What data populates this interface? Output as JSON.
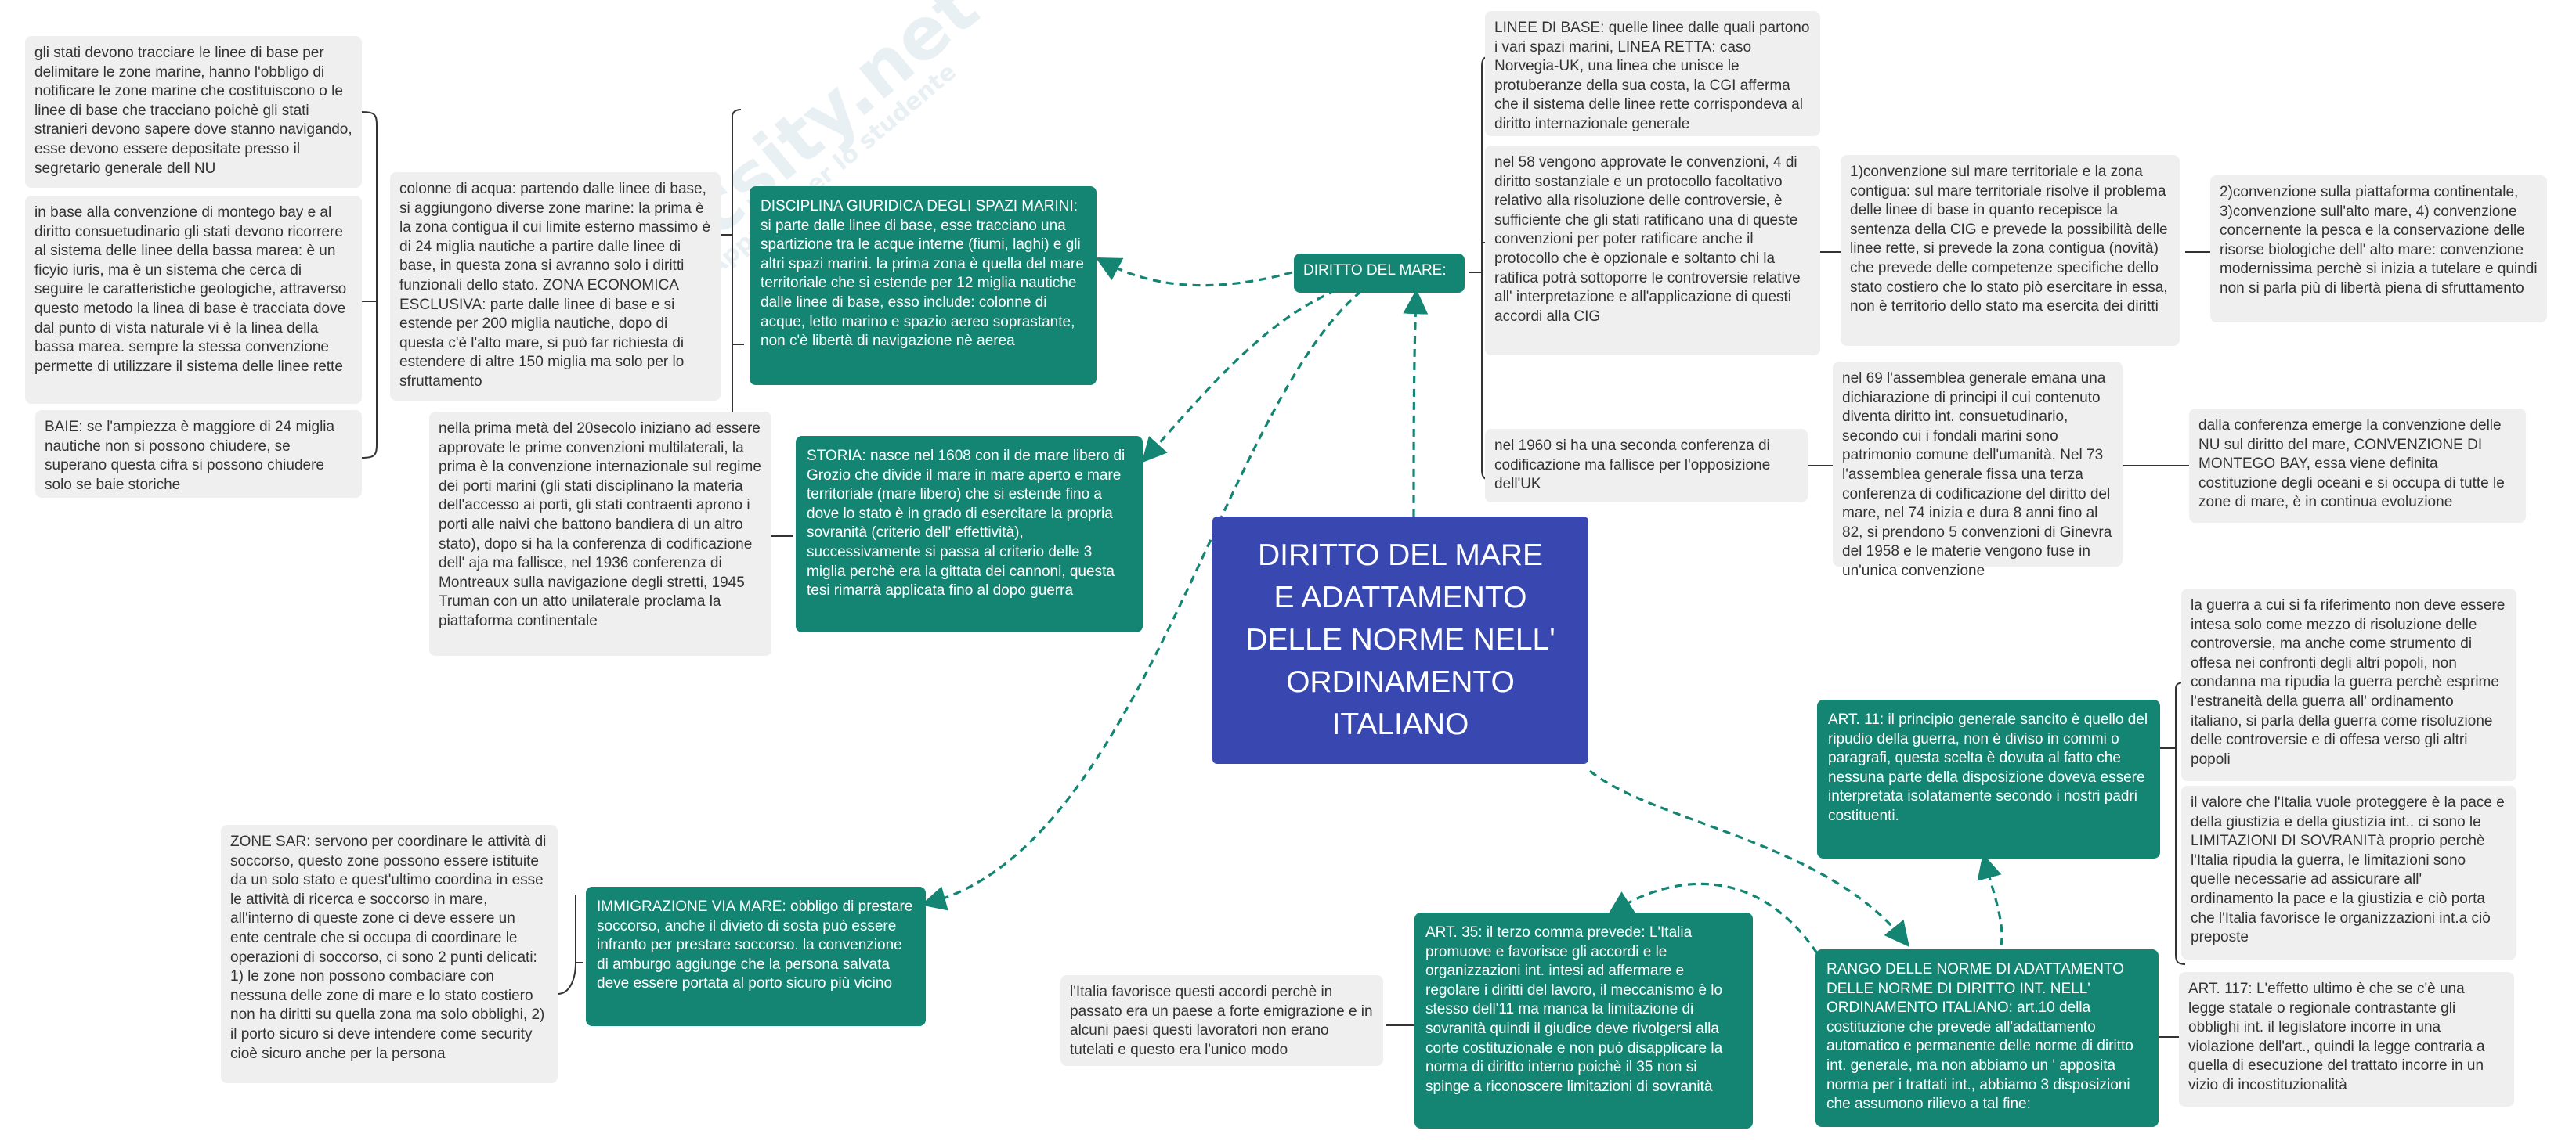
{
  "central_title": "DIRITTO DEL MARE\nE ADATTAMENTO\nDELLE NORME NELL'\nORDINAMENTO\nITALIANO",
  "watermark": [
    "Docsity.net",
    "Appunti per lo studente"
  ],
  "colors": {
    "central": "#3848b0",
    "branch": "#138572",
    "note": "#efefef",
    "link": "#138572",
    "note_text": "#333333"
  },
  "nodes": {
    "diritto_mare": "DIRITTO DEL MARE:",
    "disciplina": "DISCIPLINA GIURIDICA DEGLI SPAZI MARINI: si parte dalle linee di base, esse tracciano una spartizione tra le acque interne (fiumi, laghi) e gli altri spazi marini. la prima zona è quella del mare territoriale che si estende per 12 miglia nautiche dalle linee di base, esso include: colonne di acque, letto marino e spazio aereo soprastante, non c'è libertà di navigazione nè aerea",
    "storia": "STORIA: nasce nel 1608 con il de mare libero di Grozio che divide il mare in mare aperto e mare territoriale (mare libero) che si estende fino a dove lo stato è in grado di esercitare la propria sovranità (criterio  dell' effettività), successivamente si passa al criterio delle 3 miglia perchè era la gittata dei cannoni, questa tesi rimarrà applicata fino al dopo guerra",
    "immigrazione": "IMMIGRAZIONE VIA MARE: obbligo di prestare soccorso, anche il divieto di sosta può essere infranto per prestare soccorso. la convenzione di amburgo aggiunge che la persona salvata deve essere portata al porto sicuro più vicino",
    "art35": "ART. 35: il terzo comma prevede: L'Italia promuove e favorisce gli accordi e le organizzazioni int. intesi ad affermare e regolare i diritti del lavoro, il meccanismo è lo stesso dell'11 ma manca la limitazione di sovranità quindi il giudice deve rivolgersi alla corte costituzionale e non può disapplicare la norma di diritto interno poichè il 35 non si spinge a riconoscere limitazioni di sovranità",
    "rango": "RANGO DELLE NORME DI ADATTAMENTO DELLE NORME DI DIRITTO INT. NELL' ORDINAMENTO ITALIANO: art.10 della costituzione  che prevede all'adattamento automatico e permanente delle norme di diritto int. generale, ma non abbiamo un ' apposita norma per i trattati int., abbiamo 3 disposizioni che assumono  rilievo a tal fine:",
    "art11": "ART. 11: il principio generale sancito è quello del ripudio della guerra, non è diviso in commi o paragrafi, questa scelta è dovuta al fatto che nessuna parte della disposizione doveva essere interpretata isolatamente secondo i nostri padri costituenti.",
    "stati_devono": "gli stati devono tracciare le linee di base per delimitare le zone marine, hanno l'obbligo di notificare le zone marine che costituiscono o le linee di base che tracciano poichè gli stati stranieri devono sapere dove stanno navigando, esse devono essere depositate presso il segretario generale dell NU",
    "montego": "in base alla convenzione di montego bay e al diritto consuetudinario gli stati devono ricorrere al sistema delle linee della bassa marea: è un ficyio iuris, ma è un sistema che cerca di seguire le caratteristiche geologiche, attraverso questo metodo la linea di base è tracciata dove dal punto di vista naturale vi è la linea della bassa marea. sempre la stessa convenzione permette di utilizzare il sistema delle linee rette",
    "baie": "BAIE: se l'ampiezza è maggiore di 24 miglia nautiche non si possono chiudere, se superano questa cifra si possono chiudere solo se baie storiche",
    "colonne": "colonne di acqua: partendo dalle linee di base, si aggiungono diverse zone marine: la prima è la zona contigua il cui limite esterno massimo è di 24 miglia nautiche a partire dalle linee di base, in questa zona si avranno solo i diritti funzionali dello stato. ZONA ECONOMICA ESCLUSIVA: parte dalle linee di base e si estende per 200 miglia nautiche, dopo di questa c'è l'alto mare, si può far richiesta di estendere di altre 150 miglia ma solo per lo sfruttamento",
    "nella_prima": "nella prima metà del 20secolo iniziano ad essere approvate le prime convenzioni multilaterali, la prima è la convenzione internazionale sul regime dei porti marini (gli stati disciplinano la materia dell'accesso ai porti, gli stati contraenti aprono i porti alle naivi che battono bandiera di un altro stato), dopo si ha la conferenza di codificazione dell' aja ma fallisce, nel 1936 conferenza di Montreaux sulla navigazione degli stretti, 1945 Truman con un atto unilaterale proclama la piattaforma continentale",
    "linee_base": "LINEE DI BASE: quelle linee dalle quali partono i vari spazi marini, LINEA RETTA: caso Norvegia-UK, una linea che unisce le protuberanze della sua costa, la CGI afferma che il sistema delle linee rette corrispondeva al diritto internazionale generale",
    "nel58": "nel 58 vengono approvate le convenzioni, 4 di diritto sostanziale e un protocollo facoltativo relativo alla risoluzione delle controversie, è sufficiente che gli stati ratificano una di queste convenzioni per poter ratificare anche il protocollo che è opzionale e soltanto chi la ratifica potrà sottoporre le controversie relative all' interpretazione e all'applicazione di questi accordi alla CIG",
    "conv1": "1)convenzione sul mare territoriale e la zona contigua: sul mare territoriale risolve il problema delle linee di base in quanto recepisce la sentenza della CIG e prevede la possibilità delle linee rette, si prevede la zona contigua (novità) che prevede delle competenze specifiche dello stato costiero che lo stato piò esercitare in essa, non è territorio dello stato ma esercita dei diritti",
    "conv2": "2)convenzione sulla piattaforma continentale, 3)convenzione sull'alto mare, 4) convenzione concernente la pesca e la conservazione delle risorse biologiche dell' alto mare: convenzione modernissima perchè si inizia a tutelare e quindi non si parla più di libertà piena di sfruttamento",
    "nel1960": "nel 1960 si ha una seconda conferenza di codificazione ma fallisce per l'opposizione dell'UK",
    "nel69": "nel 69 l'assemblea generale emana una dichiarazione di principi il cui contenuto diventa diritto int. consuetudinario, secondo cui i fondali marini sono patrimonio comune dell'umanità. Nel 73 l'assemblea generale fissa una terza conferenza di codificazione del diritto del mare, nel 74 inizia e dura 8 anni fino al 82, si prendono 5 convenzioni di Ginevra del 1958 e le materie vengono fuse in un'unica convenzione",
    "conferenza": "dalla conferenza emerge la convenzione delle NU sul diritto del mare, CONVENZIONE DI MONTEGO BAY, essa viene definita costituzione degli oceani e si occupa di tutte le zone di mare, è in continua  evoluzione",
    "guerra": "la guerra a cui si fa riferimento non deve essere intesa solo come mezzo di risoluzione delle controversie, ma anche come strumento di offesa nei confronti degli altri popoli, non condanna ma ripudia la guerra perchè esprime l'estraneità della guerra all' ordinamento italiano, si parla della guerra come risoluzione delle controversie e di offesa verso gli altri popoli",
    "valore": "il valore che l'Italia vuole proteggere è la pace e della giustizia e della giustizia int.. ci sono le LIMITAZIONI DI SOVRANITà proprio perchè l'Italia ripudia la guerra, le limitazioni sono quelle necessarie ad assicurare all' ordinamento la pace e la giustizia e ciò porta che l'Italia favorisce le organizzazioni int.a ciò preposte",
    "art117": "ART. 117: L'effetto ultimo è che se c'è una legge statale o regionale contrastante gli obblighi int. il legislatore incorre in una violazione dell'art., quindi la legge contraria a quella di esecuzione del trattato incorre in un vizio di incostituzionalità",
    "italia_favorisce": "l'Italia favorisce questi accordi perchè in passato era un paese a forte emigrazione e in alcuni paesi questi lavoratori non erano tutelati e questo era l'unico modo",
    "zone_sar": "ZONE SAR: servono per coordinare le attività di soccorso, questo zone possono essere istituite da un solo stato e quest'ultimo coordina in esse le attività di ricerca e soccorso in mare, all'interno di queste zone ci deve essere un ente centrale che si occupa di coordinare le operazioni di soccorso, ci sono 2 punti delicati: 1) le zone non possono combaciare con nessuna delle zone di mare e lo stato costiero non ha diritti su quella zona ma solo obblighi, 2) il porto sicuro si deve intendere come security cioè sicuro anche per la persona"
  }
}
